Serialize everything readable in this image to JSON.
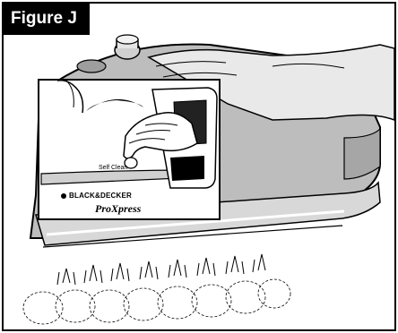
{
  "figure": {
    "label": "Figure J"
  },
  "inset": {
    "button_label": "Self Clean",
    "brand_name": "BLACK&DECKER",
    "product_name": "ProXpress"
  },
  "colors": {
    "line": "#000000",
    "iron_gray": "#b9b9b9",
    "background": "#ffffff"
  }
}
